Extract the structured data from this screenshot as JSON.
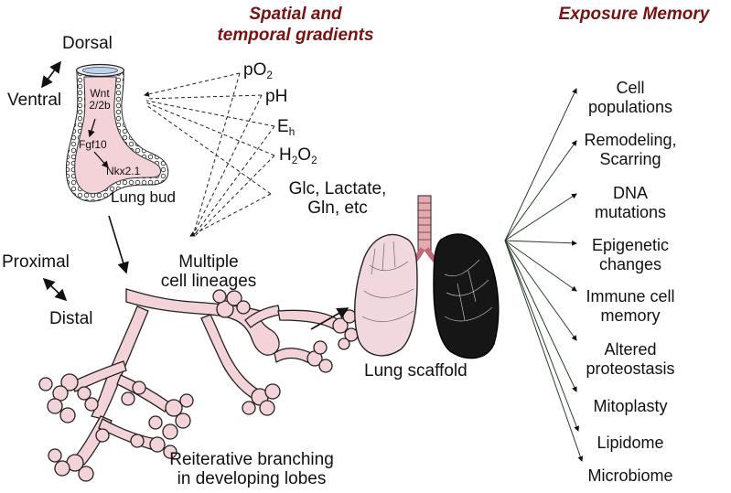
{
  "headings": {
    "gradients_line1": "Spatial and",
    "gradients_line2": "temporal gradients",
    "memory": "Exposure Memory"
  },
  "axes": {
    "dorsal": "Dorsal",
    "ventral": "Ventral",
    "proximal": "Proximal",
    "distal": "Distal"
  },
  "bud": {
    "wnt_line1": "Wnt",
    "wnt_line2": "2/2b",
    "fgf10": "Fgf10",
    "nkx": "Nkx2.1",
    "label": "Lung bud"
  },
  "gradients": {
    "po2_base": "pO",
    "po2_sub": "2",
    "ph": "pH",
    "eh_base": "E",
    "eh_sub": "h",
    "h2o2_a": "H",
    "h2o2_sub1": "2",
    "h2o2_b": "O",
    "h2o2_sub2": "2",
    "glc_line1": "Glc, Lactate,",
    "glc_line2": "Gln, etc"
  },
  "lineages": {
    "line1": "Multiple",
    "line2": "cell lineages"
  },
  "branching": {
    "line1": "Reiterative branching",
    "line2": "in developing lobes"
  },
  "scaffold": {
    "label": "Lung scaffold"
  },
  "memory_items": [
    {
      "line1": "Cell",
      "line2": "populations"
    },
    {
      "line1": "Remodeling,",
      "line2": "Scarring"
    },
    {
      "line1": "DNA",
      "line2": "mutations"
    },
    {
      "line1": "Epigenetic",
      "line2": "changes"
    },
    {
      "line1": "Immune cell",
      "line2": "memory"
    },
    {
      "line1": "Altered",
      "line2": "proteostasis"
    },
    {
      "line1": "Mitoplasty",
      "line2": ""
    },
    {
      "line1": "Lipidome",
      "line2": ""
    },
    {
      "line1": "Microbiome",
      "line2": ""
    }
  ],
  "colors": {
    "heading": "#7a1212",
    "tissue_fill": "#f3d3d8",
    "outline": "#111111"
  }
}
